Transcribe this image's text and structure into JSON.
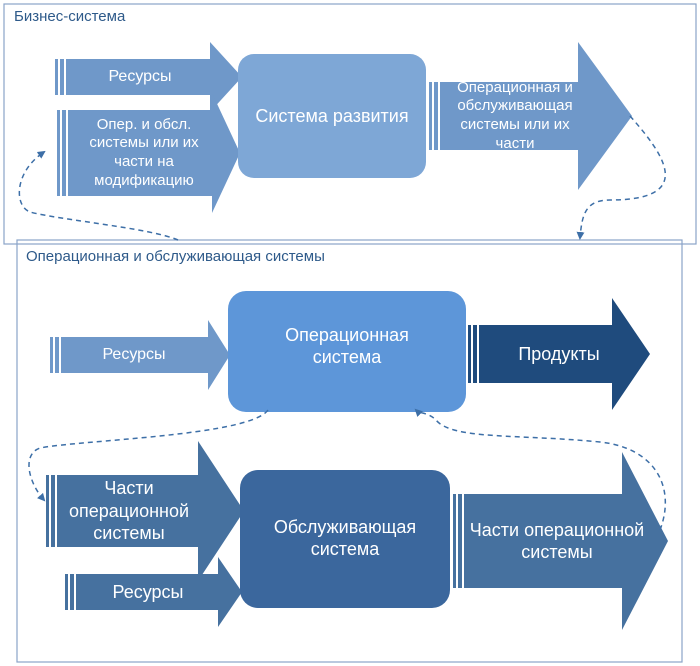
{
  "business_system": {
    "title": "Бизнес-система",
    "inputs": [
      {
        "label": "Ресурсы"
      },
      {
        "label": "Опер. и обсл. системы или их части на модификацию"
      }
    ],
    "process": {
      "label": "Система развития"
    },
    "output": {
      "label": "Операционная и обслуживающая системы или их части"
    }
  },
  "operational_service": {
    "title": "Операционная  и обслуживающая системы",
    "operational": {
      "input": {
        "label": "Ресурсы"
      },
      "process": {
        "label": "Операционная система"
      },
      "output": {
        "label": "Продукты"
      }
    },
    "service": {
      "inputs": [
        {
          "label": "Части операционной системы"
        },
        {
          "label": "Ресурсы"
        }
      ],
      "process": {
        "label": "Обслуживающая система"
      },
      "output": {
        "label": "Части операционной системы"
      }
    }
  },
  "colors": {
    "frame": "#8aa4c8",
    "arrow_light": "#6f98c9",
    "box_top": "#7ea7d6",
    "box_op": "#5d96d9",
    "box_service": "#3b679d",
    "arrow_service": "#46719f",
    "arrow_products": "#1f4b7d",
    "connector": "#3d6fa7"
  }
}
